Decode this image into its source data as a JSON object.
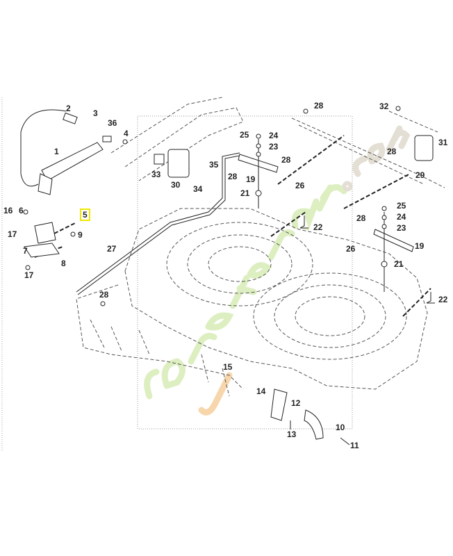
{
  "diagram": {
    "title": "Deck lift exploded parts diagram",
    "watermark": "foretjardin.com",
    "highlight_color": "#f2e600",
    "highlighted_part": "5",
    "labels": [
      {
        "id": "l2",
        "text": "2"
      },
      {
        "id": "l3",
        "text": "3"
      },
      {
        "id": "l36",
        "text": "36"
      },
      {
        "id": "l4",
        "text": "4"
      },
      {
        "id": "l1",
        "text": "1"
      },
      {
        "id": "l33",
        "text": "33"
      },
      {
        "id": "l30",
        "text": "30"
      },
      {
        "id": "l34",
        "text": "34"
      },
      {
        "id": "l35",
        "text": "35"
      },
      {
        "id": "l25a",
        "text": "25"
      },
      {
        "id": "l24a",
        "text": "24"
      },
      {
        "id": "l23a",
        "text": "23"
      },
      {
        "id": "l28a",
        "text": "28"
      },
      {
        "id": "l28b",
        "text": "28"
      },
      {
        "id": "l19a",
        "text": "19"
      },
      {
        "id": "l21a",
        "text": "21"
      },
      {
        "id": "l26a",
        "text": "26"
      },
      {
        "id": "l28c",
        "text": "28"
      },
      {
        "id": "l32",
        "text": "32"
      },
      {
        "id": "l31",
        "text": "31"
      },
      {
        "id": "l28d",
        "text": "28"
      },
      {
        "id": "l29",
        "text": "29"
      },
      {
        "id": "l22a",
        "text": "22"
      },
      {
        "id": "l25b",
        "text": "25"
      },
      {
        "id": "l24b",
        "text": "24"
      },
      {
        "id": "l23b",
        "text": "23"
      },
      {
        "id": "l28e",
        "text": "28"
      },
      {
        "id": "l26b",
        "text": "26"
      },
      {
        "id": "l19b",
        "text": "19"
      },
      {
        "id": "l21b",
        "text": "21"
      },
      {
        "id": "l22b",
        "text": "22"
      },
      {
        "id": "l16",
        "text": "16"
      },
      {
        "id": "l6",
        "text": "6"
      },
      {
        "id": "l17a",
        "text": "17"
      },
      {
        "id": "l5",
        "text": "5"
      },
      {
        "id": "l9",
        "text": "9"
      },
      {
        "id": "l7",
        "text": "7"
      },
      {
        "id": "l8",
        "text": "8"
      },
      {
        "id": "l17b",
        "text": "17"
      },
      {
        "id": "l27",
        "text": "27"
      },
      {
        "id": "l28f",
        "text": "28"
      },
      {
        "id": "l15",
        "text": "15"
      },
      {
        "id": "l14",
        "text": "14"
      },
      {
        "id": "l12",
        "text": "12"
      },
      {
        "id": "l13",
        "text": "13"
      },
      {
        "id": "l10",
        "text": "10"
      },
      {
        "id": "l11",
        "text": "11"
      }
    ]
  }
}
